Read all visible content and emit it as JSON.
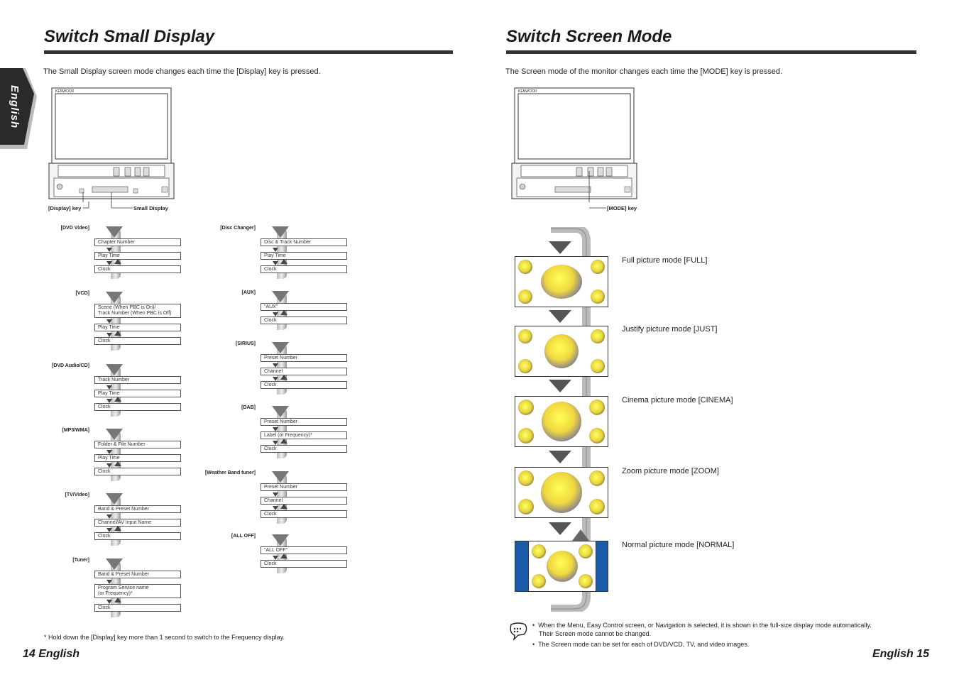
{
  "tab": {
    "label": "English"
  },
  "left": {
    "title": "Switch Small Display",
    "intro": "The Small Display screen mode changes each time the [Display] key is pressed.",
    "device_labels": {
      "display_key": "[Display] key",
      "small_display": "Small Display",
      "brand": "KENWOOD"
    },
    "flows_col1": [
      {
        "head": "[DVD Video]",
        "items": [
          "Chapter Number",
          "Play Time",
          "Clock"
        ]
      },
      {
        "head": "[VCD]",
        "items": [
          "Scene (When PBC is On)/\nTrack Number (When PBC is Off)",
          "Play Time",
          "Clock"
        ]
      },
      {
        "head": "[DVD Audio/CD]",
        "items": [
          "Track Number",
          "Play Time",
          "Clock"
        ]
      },
      {
        "head": "[MP3/WMA]",
        "items": [
          "Folder & File Number",
          "Play Time",
          "Clock"
        ]
      },
      {
        "head": "[TV/Video]",
        "items": [
          "Band & Preset Number",
          "Channel/AV Input Name",
          "Clock"
        ]
      },
      {
        "head": "[Tuner]",
        "items": [
          "Band & Preset Number",
          "Program Service name\n(or Frequency)*",
          "Clock"
        ]
      }
    ],
    "flows_col2": [
      {
        "head": "[Disc Changer]",
        "items": [
          "Disc & Track Number",
          "Play Time",
          "Clock"
        ]
      },
      {
        "head": "[AUX]",
        "items": [
          "\"AUX\"",
          "Clock"
        ]
      },
      {
        "head": "[SIRIUS]",
        "items": [
          "Preset Number",
          "Channel",
          "Clock"
        ]
      },
      {
        "head": "[DAB]",
        "items": [
          "Preset Number",
          "Label (or Frequency)*",
          "Clock"
        ]
      },
      {
        "head": "[Weather Band tuner]",
        "items": [
          "Preset Number",
          "Channel",
          "Clock"
        ]
      },
      {
        "head": "[ALL OFF]",
        "items": [
          "\"ALL OFF\"",
          "Clock"
        ]
      }
    ],
    "footnote": "* Hold down the [Display] key more than 1 second to switch to the Frequency display.",
    "page": "14 English"
  },
  "right": {
    "title": "Switch Screen Mode",
    "intro": "The Screen mode of the monitor changes each time the [MODE] key is pressed.",
    "device_labels": {
      "mode_key": "[MODE] key",
      "brand": "KENWOOD"
    },
    "modes": [
      "Full picture mode [FULL]",
      "Justify picture mode [JUST]",
      "Cinema picture mode [CINEMA]",
      "Zoom picture mode [ZOOM]",
      "Normal picture mode [NORMAL]"
    ],
    "notes": [
      "When the Menu, Easy Control screen, or Navigation is selected, it is shown in the full-size display mode automatically.",
      "Their Screen mode cannot be changed.",
      "The Screen mode can be set for each of DVD/VCD, TV, and video images."
    ],
    "page": "English 15"
  }
}
